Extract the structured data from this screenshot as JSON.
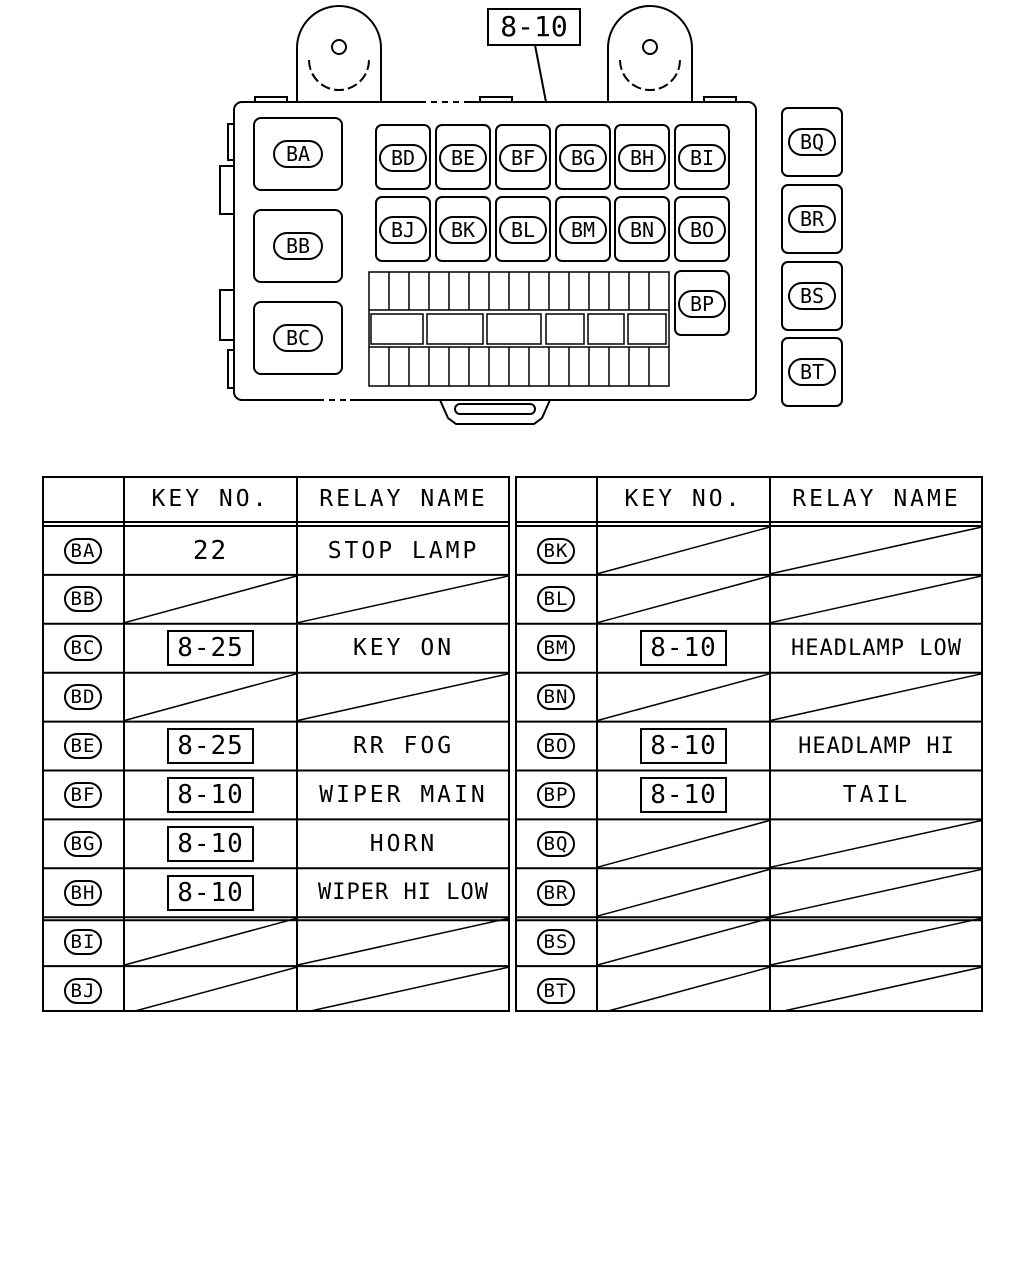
{
  "diagram": {
    "top_label": "8-10",
    "big_slots": [
      "BA",
      "BB",
      "BC"
    ],
    "relay_row1": [
      "BD",
      "BE",
      "BF",
      "BG",
      "BH",
      "BI"
    ],
    "relay_row2": [
      "BJ",
      "BK",
      "BL",
      "BM",
      "BN",
      "BO"
    ],
    "relay_extra": "BP",
    "side_slots": [
      "BQ",
      "BR",
      "BS",
      "BT"
    ]
  },
  "table": {
    "headers": {
      "key": "KEY NO.",
      "name": "RELAY NAME"
    },
    "left_rows": [
      {
        "id": "BA",
        "key": "22",
        "key_boxed": false,
        "name": "STOP LAMP"
      },
      {
        "id": "BB",
        "key": "",
        "key_boxed": false,
        "name": ""
      },
      {
        "id": "BC",
        "key": "8-25",
        "key_boxed": true,
        "name": "KEY ON"
      },
      {
        "id": "BD",
        "key": "",
        "key_boxed": false,
        "name": ""
      },
      {
        "id": "BE",
        "key": "8-25",
        "key_boxed": true,
        "name": "RR FOG"
      },
      {
        "id": "BF",
        "key": "8-10",
        "key_boxed": true,
        "name": "WIPER MAIN"
      },
      {
        "id": "BG",
        "key": "8-10",
        "key_boxed": true,
        "name": "HORN"
      },
      {
        "id": "BH",
        "key": "8-10",
        "key_boxed": true,
        "name": "WIPER HI LOW"
      },
      {
        "id": "BI",
        "key": "",
        "key_boxed": false,
        "name": ""
      },
      {
        "id": "BJ",
        "key": "",
        "key_boxed": false,
        "name": ""
      }
    ],
    "right_rows": [
      {
        "id": "BK",
        "key": "",
        "key_boxed": false,
        "name": ""
      },
      {
        "id": "BL",
        "key": "",
        "key_boxed": false,
        "name": ""
      },
      {
        "id": "BM",
        "key": "8-10",
        "key_boxed": true,
        "name": "HEADLAMP LOW"
      },
      {
        "id": "BN",
        "key": "",
        "key_boxed": false,
        "name": ""
      },
      {
        "id": "BO",
        "key": "8-10",
        "key_boxed": true,
        "name": "HEADLAMP HI"
      },
      {
        "id": "BP",
        "key": "8-10",
        "key_boxed": true,
        "name": "TAIL"
      },
      {
        "id": "BQ",
        "key": "",
        "key_boxed": false,
        "name": ""
      },
      {
        "id": "BR",
        "key": "",
        "key_boxed": false,
        "name": ""
      },
      {
        "id": "BS",
        "key": "",
        "key_boxed": false,
        "name": ""
      },
      {
        "id": "BT",
        "key": "",
        "key_boxed": false,
        "name": ""
      }
    ]
  }
}
